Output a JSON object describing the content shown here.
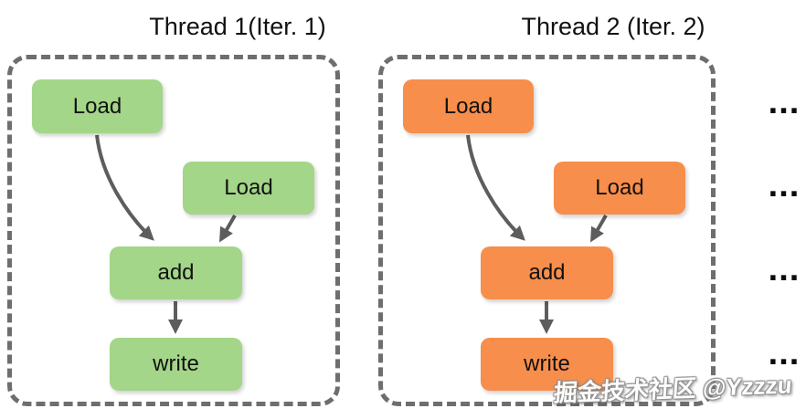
{
  "diagram": {
    "threads": [
      {
        "title": "Thread 1(Iter. 1)",
        "node_color": "#a3d688",
        "nodes": {
          "load1": "Load",
          "load2": "Load",
          "add": "add",
          "write": "write"
        }
      },
      {
        "title": "Thread 2 (Iter. 2)",
        "node_color": "#f88e4b",
        "nodes": {
          "load1": "Load",
          "load2": "Load",
          "add": "add",
          "write": "write"
        }
      }
    ],
    "ellipsis": {
      "label": "..."
    },
    "watermark": "掘金技术社区 @Yzzzu",
    "colors": {
      "green_node": "#a3d688",
      "orange_node": "#f88e4b",
      "panel_border": "#6e6e6e",
      "arrow": "#5d5d5d",
      "text": "#111111",
      "background": "#ffffff"
    }
  }
}
